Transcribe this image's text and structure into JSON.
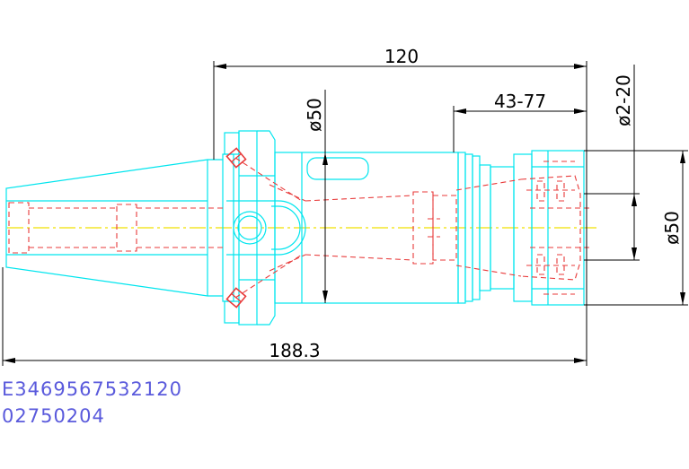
{
  "dimensions": {
    "top_length": "120",
    "shank_dia": "ø50",
    "extension": "43-77",
    "clamp_range": "ø2-20",
    "nose_dia": "ø50",
    "total_length": "188.3"
  },
  "codes": {
    "line1": "E3469567532120",
    "line2": "02750204"
  },
  "colors": {
    "outline": "#00e5ee",
    "hidden": "#e83a3a",
    "centerline": "#f0e000",
    "dimension": "#000000",
    "code_text": "#5a5adc"
  }
}
